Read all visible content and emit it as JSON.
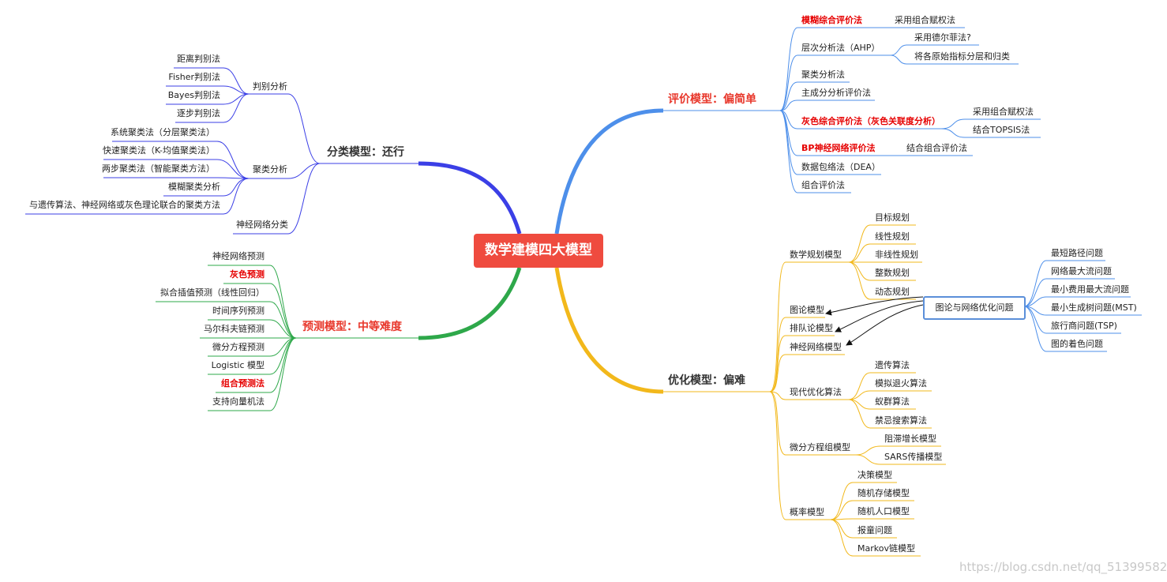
{
  "root": "数学建模四大模型",
  "classify": {
    "title": "分类模型：还行",
    "discriminant": {
      "label": "判别分析",
      "items": [
        "距离判别法",
        "Fisher判别法",
        "Bayes判别法",
        "逐步判别法"
      ]
    },
    "cluster": {
      "label": "聚类分析",
      "items": [
        "系统聚类法（分层聚类法）",
        "快速聚类法（K-均值聚类法）",
        "两步聚类法（智能聚类方法）",
        "模糊聚类分析",
        "与遗传算法、神经网络或灰色理论联合的聚类方法"
      ]
    },
    "neural": "神经网络分类"
  },
  "predict": {
    "title": "预测模型：中等难度",
    "items": [
      "神经网络预测",
      "灰色预测",
      "拟合插值预测（线性回归）",
      "时间序列预测",
      "马尔科夫链预测",
      "微分方程预测",
      "Logistic 模型",
      "组合预测法",
      "支持向量机法"
    ]
  },
  "evaluate": {
    "title": "评价模型：偏简单",
    "fuzzy": {
      "label": "模糊综合评价法",
      "child": "采用组合赋权法"
    },
    "ahp": {
      "label": "层次分析法（AHP）",
      "children": [
        "采用德尔菲法?",
        "将各原始指标分层和归类"
      ]
    },
    "cluster": "聚类分析法",
    "pca": "主成分分析评价法",
    "grey": {
      "label": "灰色综合评价法（灰色关联度分析）",
      "children": [
        "采用组合赋权法",
        "结合TOPSIS法"
      ]
    },
    "bp": {
      "label": "BP神经网络评价法",
      "child": "结合组合评价法"
    },
    "dea": "数据包络法（DEA）",
    "combo": "组合评价法"
  },
  "optimize": {
    "title": "优化模型：偏难",
    "math": {
      "label": "数学规划模型",
      "items": [
        "目标规划",
        "线性规划",
        "非线性规划",
        "整数规划",
        "动态规划"
      ]
    },
    "graph": "图论模型",
    "queue": "排队论模型",
    "neural": "神经网络模型",
    "modern": {
      "label": "现代优化算法",
      "items": [
        "遗传算法",
        "模拟退火算法",
        "蚁群算法",
        "禁忌搜索算法"
      ]
    },
    "diff": {
      "label": "微分方程组模型",
      "items": [
        "阻滞增长模型",
        "SARS传播模型"
      ]
    },
    "prob": {
      "label": "概率模型",
      "items": [
        "决策模型",
        "随机存储模型",
        "随机人口模型",
        "报童问题",
        "Markov链模型"
      ]
    },
    "network": {
      "label": "图论与网络优化问题",
      "items": [
        "最短路径问题",
        "网络最大流问题",
        "最小费用最大流问题",
        "最小生成树问题(MST)",
        "旅行商问题(TSP)",
        "图的着色问题"
      ]
    }
  },
  "watermark": "https://blog.csdn.net/qq_51399582"
}
